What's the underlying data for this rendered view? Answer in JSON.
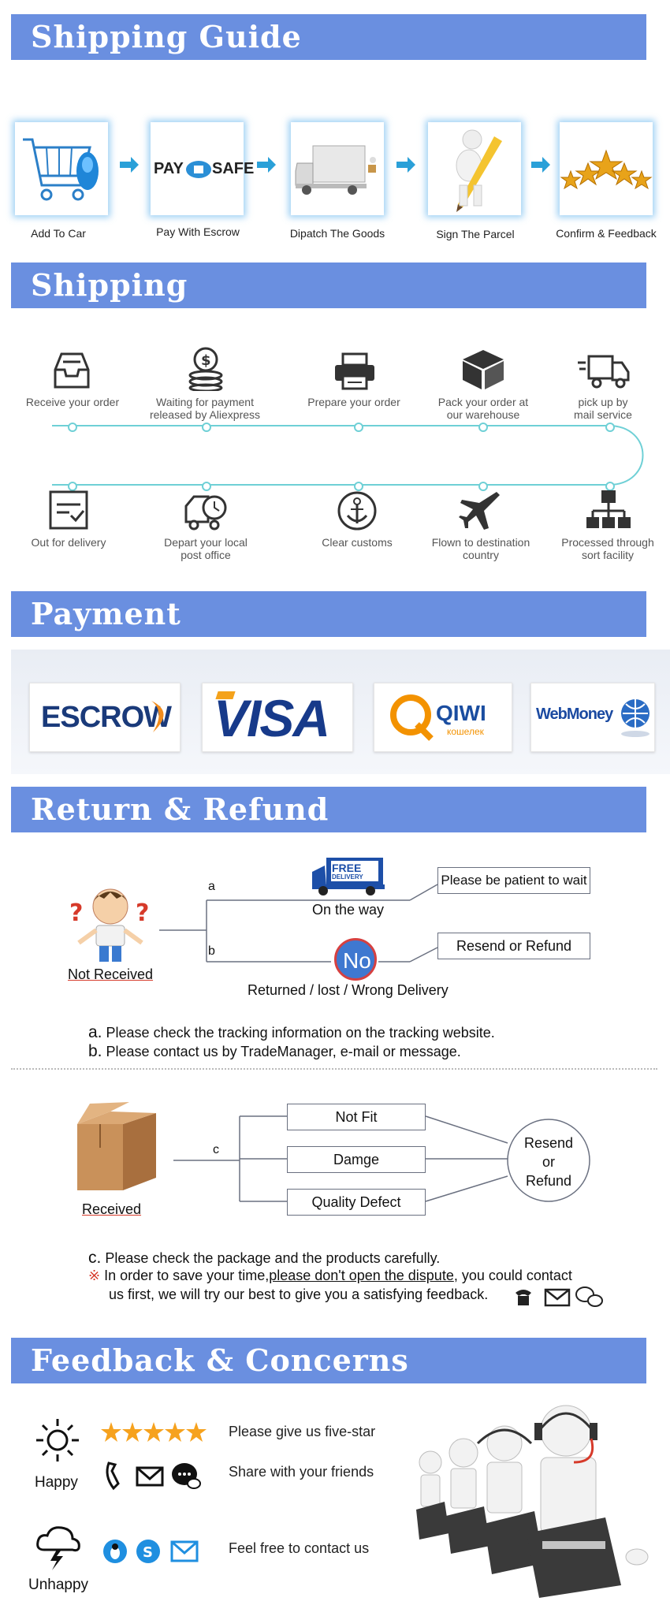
{
  "sections": {
    "shipping_guide": "Shipping Guide",
    "shipping": "Shipping",
    "payment": "Payment",
    "return_refund": "Return & Refund",
    "feedback": "Feedback & Concerns"
  },
  "guide_steps": [
    {
      "label": "Add To Car"
    },
    {
      "label": "Pay With Escrow",
      "logo": "PAY",
      "logo2": "SAFE"
    },
    {
      "label": "Dipatch The Goods"
    },
    {
      "label": "Sign The Parcel"
    },
    {
      "label": "Confirm & Feedback"
    }
  ],
  "shipping_top": [
    {
      "line1": "Receive your order",
      "line2": ""
    },
    {
      "line1": "Waiting for payment",
      "line2": "released by Aliexpress"
    },
    {
      "line1": "Prepare your order",
      "line2": ""
    },
    {
      "line1": "Pack your order at",
      "line2": "our warehouse"
    },
    {
      "line1": "pick up by",
      "line2": "mail service"
    }
  ],
  "shipping_bottom": [
    {
      "line1": "Out for delivery",
      "line2": ""
    },
    {
      "line1": "Depart your local",
      "line2": "post office"
    },
    {
      "line1": "Clear customs",
      "line2": ""
    },
    {
      "line1": "Flown to destination",
      "line2": "country"
    },
    {
      "line1": "Processed through",
      "line2": "sort facility"
    }
  ],
  "payment_logos": {
    "escrow": "ESCROW",
    "visa": "VISA",
    "qiwi": "QIWI",
    "qiwi_sub": "кошелек",
    "webmoney": "WebMoney"
  },
  "return": {
    "a": "a",
    "b": "b",
    "c": "c",
    "free_delivery_1": "FREE",
    "free_delivery_2": "DELIVERY",
    "on_the_way": "On the way",
    "no": "No",
    "returned": "Returned / lost / Wrong Delivery",
    "not_received": "Not Received",
    "patient": "Please be patient to wait",
    "resend_refund": "Resend or Refund",
    "note_a_key": "a.",
    "note_a": "Please check the tracking information on the tracking website.",
    "note_b_key": "b.",
    "note_b": "Please contact us by TradeManager, e-mail or message.",
    "received": "Received",
    "not_fit": "Not Fit",
    "damge": "Damge",
    "quality_defect": "Quality Defect",
    "resend": "Resend",
    "or": "or",
    "refund": "Refund",
    "note_c_key": "c.",
    "note_c": "Please check the package and the products carefully.",
    "note_star": "※",
    "note_d1_pre": "In order to save your time,",
    "note_d1_link": "please don't open the dispute",
    "note_d1_post": ", you could  contact",
    "note_d2": "us first, we will try our best to give you a satisfying feedback."
  },
  "feedback": {
    "happy": "Happy",
    "unhappy": "Unhappy",
    "five_star": "Please give us five-star",
    "share": "Share with your friends",
    "contact": "Feel free to contact us",
    "stars": 5
  },
  "colors": {
    "banner": "#6a8fe0",
    "accent_arrow": "#2aa0d8",
    "teal_line": "#6fd0d6",
    "star": "#f6a21e"
  }
}
